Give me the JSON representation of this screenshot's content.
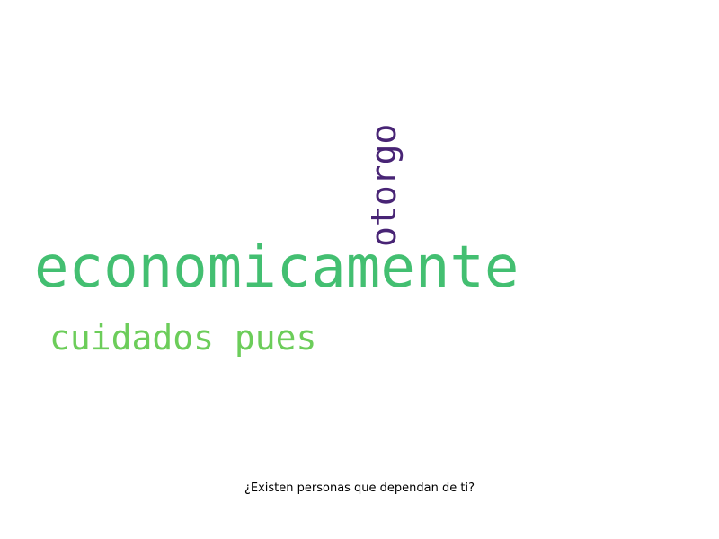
{
  "words": [
    {
      "text": "economicamente",
      "color": "#43bf71",
      "orientation": "horizontal"
    },
    {
      "text": "cuidados pues",
      "color": "#6ccd5a",
      "orientation": "horizontal"
    },
    {
      "text": "otorgo",
      "color": "#482475",
      "orientation": "vertical"
    }
  ],
  "caption": "¿Existen personas que dependan de ti?"
}
